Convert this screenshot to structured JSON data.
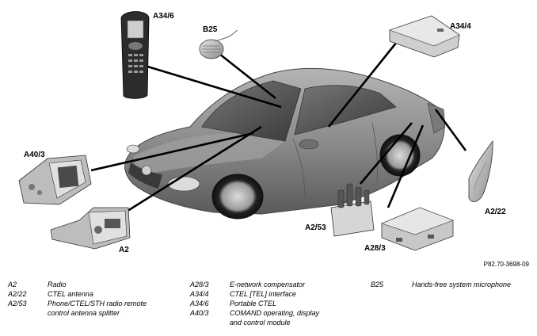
{
  "figure_ref": "P82.70-3698-09",
  "labels": {
    "a34_6": "A34/6",
    "b25": "B25",
    "a34_4": "A34/4",
    "a40_3": "A40/3",
    "a2": "A2",
    "a2_53": "A2/53",
    "a28_3": "A28/3",
    "a2_22": "A2/22"
  },
  "legend": {
    "col1": [
      {
        "code": "A2",
        "desc": "Radio"
      },
      {
        "code": "A2/22",
        "desc": "CTEL antenna"
      },
      {
        "code": "A2/53",
        "desc": "Phone/CTEL/STH radio remote\ncontrol antenna splitter"
      }
    ],
    "col2": [
      {
        "code": "A28/3",
        "desc": "E-network compensator"
      },
      {
        "code": "A34/4",
        "desc": "CTEL [TEL] interface"
      },
      {
        "code": "A34/6",
        "desc": "Portable CTEL"
      },
      {
        "code": "A40/3",
        "desc": "COMAND operating, display\nand control module"
      }
    ],
    "col3": [
      {
        "code": "B25",
        "desc": "Hands-free system microphone"
      }
    ]
  },
  "icons": {
    "car": "mercedes-sl-roadster-illustration",
    "phone": "mobile-phone-illustration",
    "microphone": "microphone-illustration",
    "interface": "interface-module-box-illustration",
    "comand": "comand-display-unit-illustration",
    "radio": "radio-unit-illustration",
    "splitter": "antenna-splitter-illustration",
    "compensator": "compensator-module-illustration",
    "antenna": "fin-antenna-illustration"
  }
}
